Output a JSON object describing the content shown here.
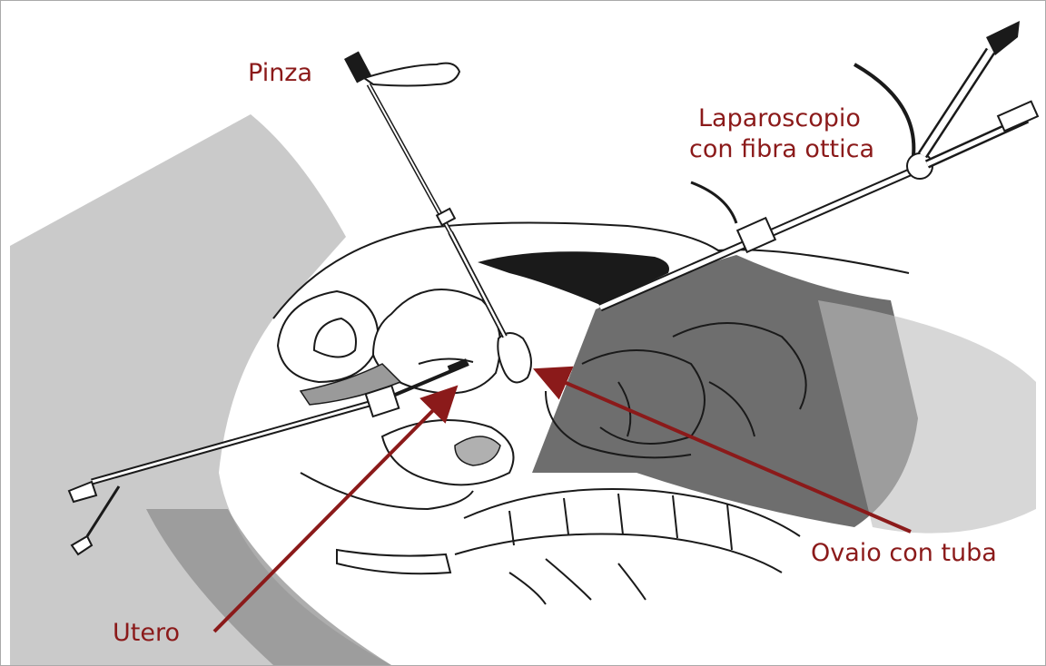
{
  "labels": {
    "pinza": "Pinza",
    "laparoscopio_line1": "Laparoscopio",
    "laparoscopio_line2": "con fibra ottica",
    "ovaio": "Ovaio con tuba",
    "utero": "Utero"
  },
  "colors": {
    "label": "#8b1a1a",
    "arrow": "#8b1a1a",
    "ink": "#1a1a1a",
    "shading": "#9a9a9a",
    "dark_shading": "#3a3a3a"
  }
}
